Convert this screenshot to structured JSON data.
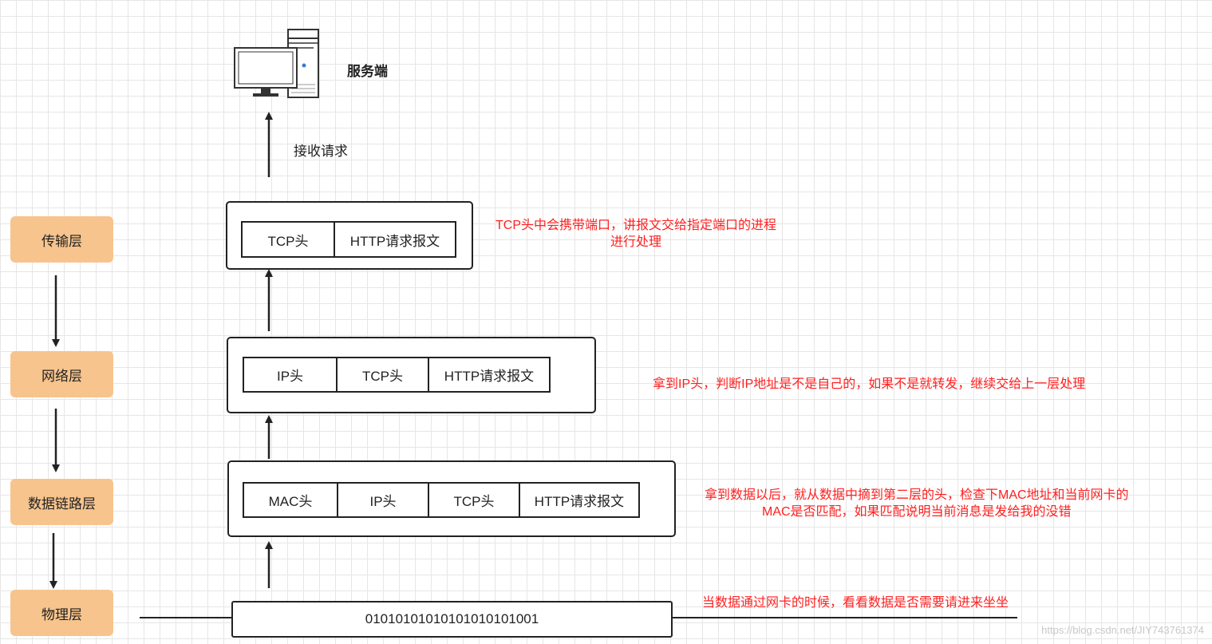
{
  "server": {
    "label": "服务端",
    "icon": "server-computer-icon"
  },
  "receive_label": "接收请求",
  "layers": [
    "传输层",
    "网络层",
    "数据链路层",
    "物理层"
  ],
  "packets": {
    "transport": [
      "TCP头",
      "HTTP请求报文"
    ],
    "network": [
      "IP头",
      "TCP头",
      "HTTP请求报文"
    ],
    "datalink": [
      "MAC头",
      "IP头",
      "TCP头",
      "HTTP请求报文"
    ],
    "physical": "01010101010101010101001"
  },
  "notes": {
    "transport_line1": "TCP头中会携带端口，讲报文交给指定端口的进程",
    "transport_line2": "进行处理",
    "network": "拿到IP头，判断IP地址是不是自己的，如果不是就转发，继续交给上一层处理",
    "datalink_line1": "拿到数据以后，就从数据中摘到第二层的头，检查下MAC地址和当前网卡的",
    "datalink_line2": "MAC是否匹配，如果匹配说明当前消息是发给我的没错",
    "physical": "当数据通过网卡的时候，看看数据是否需要请进来坐坐"
  },
  "watermark": "https://blog.csdn.net/JIY743761374",
  "colors": {
    "layer_fill": "#f7c48d",
    "note_text": "#ff2020",
    "line": "#222222"
  }
}
